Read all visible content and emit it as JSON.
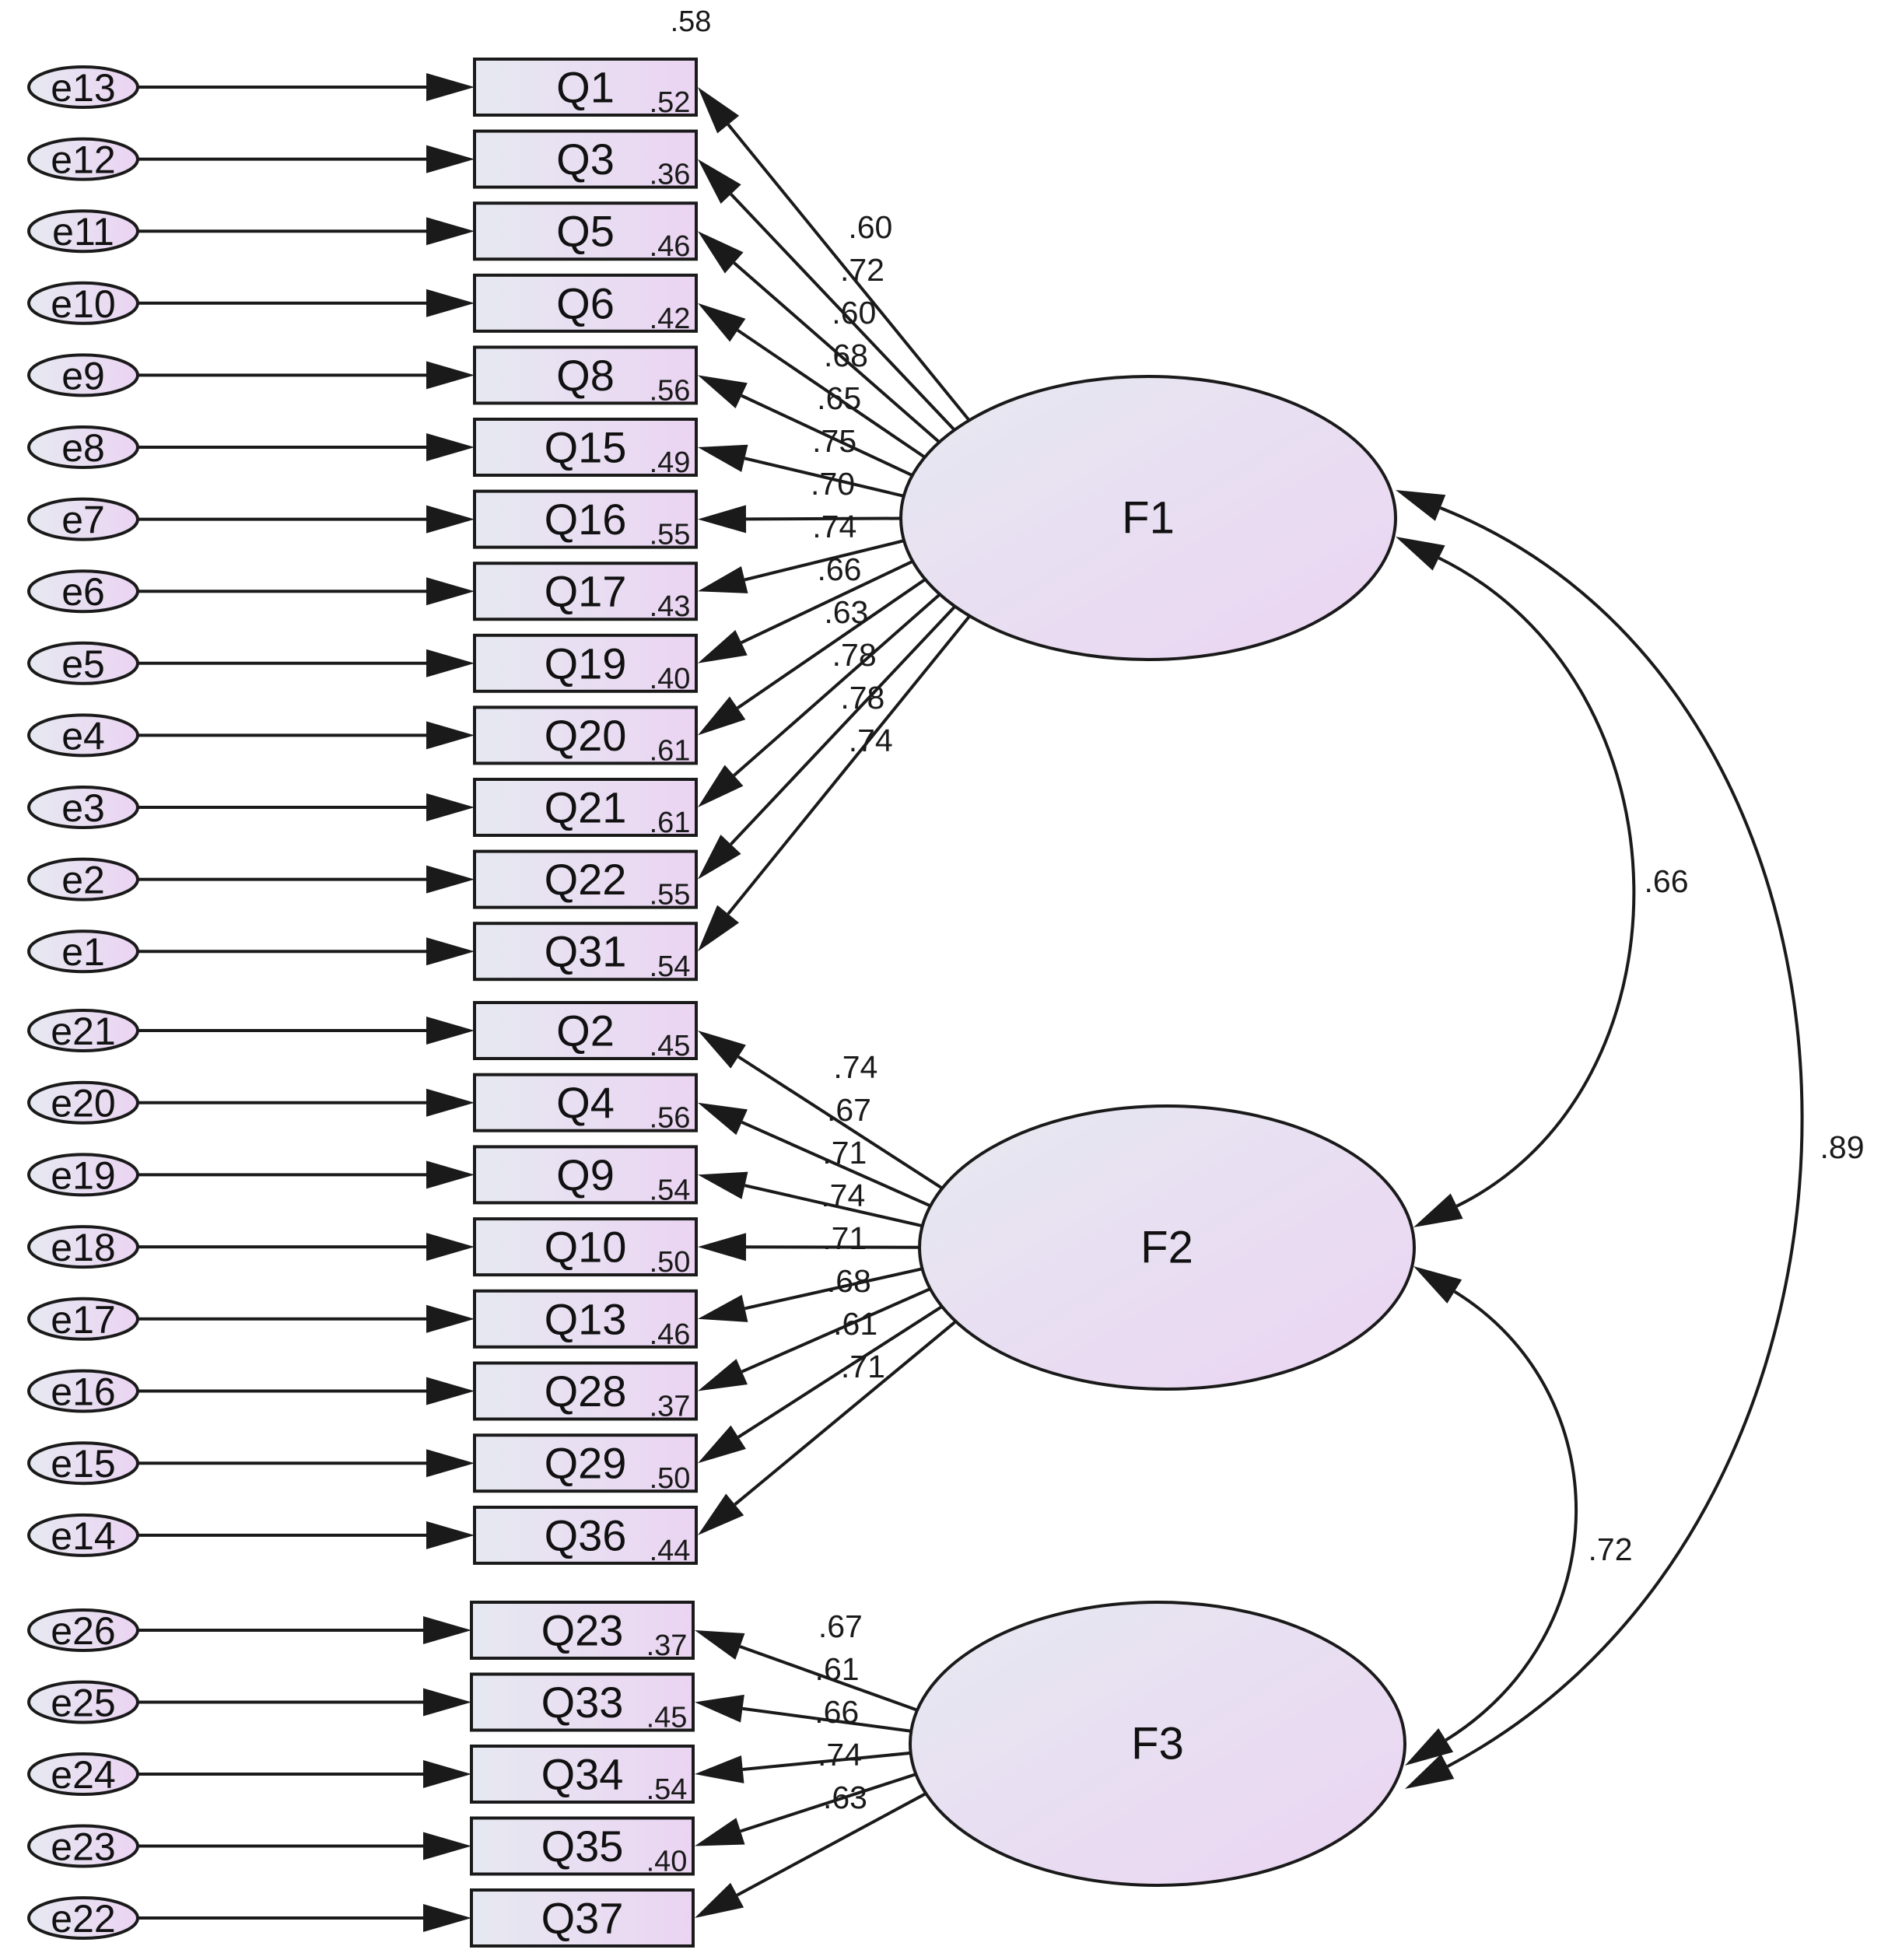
{
  "diagram": {
    "top_cut_label": ".58",
    "factors": [
      {
        "name": "F1",
        "items": [
          {
            "error": "e13",
            "item": "Q1",
            "r2": ".52",
            "loading": ".60"
          },
          {
            "error": "e12",
            "item": "Q3",
            "r2": ".36",
            "loading": ".72"
          },
          {
            "error": "e11",
            "item": "Q5",
            "r2": ".46",
            "loading": ".60"
          },
          {
            "error": "e10",
            "item": "Q6",
            "r2": ".42",
            "loading": ".68"
          },
          {
            "error": "e9",
            "item": "Q8",
            "r2": ".56",
            "loading": ".65"
          },
          {
            "error": "e8",
            "item": "Q15",
            "r2": ".49",
            "loading": ".75"
          },
          {
            "error": "e7",
            "item": "Q16",
            "r2": ".55",
            "loading": ".70"
          },
          {
            "error": "e6",
            "item": "Q17",
            "r2": ".43",
            "loading": ".74"
          },
          {
            "error": "e5",
            "item": "Q19",
            "r2": ".40",
            "loading": ".66"
          },
          {
            "error": "e4",
            "item": "Q20",
            "r2": ".61",
            "loading": ".63"
          },
          {
            "error": "e3",
            "item": "Q21",
            "r2": ".61",
            "loading": ".78"
          },
          {
            "error": "e2",
            "item": "Q22",
            "r2": ".55",
            "loading": ".78"
          },
          {
            "error": "e1",
            "item": "Q31",
            "r2": ".54",
            "loading": ".74"
          }
        ]
      },
      {
        "name": "F2",
        "items": [
          {
            "error": "e21",
            "item": "Q2",
            "r2": ".45",
            "loading": ".74"
          },
          {
            "error": "e20",
            "item": "Q4",
            "r2": ".56",
            "loading": ".67"
          },
          {
            "error": "e19",
            "item": "Q9",
            "r2": ".54",
            "loading": ".71"
          },
          {
            "error": "e18",
            "item": "Q10",
            "r2": ".50",
            "loading": ".74"
          },
          {
            "error": "e17",
            "item": "Q13",
            "r2": ".46",
            "loading": ".71"
          },
          {
            "error": "e16",
            "item": "Q28",
            "r2": ".37",
            "loading": ".68"
          },
          {
            "error": "e15",
            "item": "Q29",
            "r2": ".50",
            "loading": ".61"
          },
          {
            "error": "e14",
            "item": "Q36",
            "r2": ".44",
            "loading": ".71"
          }
        ]
      },
      {
        "name": "F3",
        "items": [
          {
            "error": "e26",
            "item": "Q23",
            "r2": ".37",
            "loading": ".67"
          },
          {
            "error": "e25",
            "item": "Q33",
            "r2": ".45",
            "loading": ".61"
          },
          {
            "error": "e24",
            "item": "Q34",
            "r2": ".54",
            "loading": ".66"
          },
          {
            "error": "e23",
            "item": "Q35",
            "r2": ".40",
            "loading": ".74"
          },
          {
            "error": "e22",
            "item": "Q37",
            "r2": "",
            "loading": ".63"
          }
        ]
      }
    ],
    "correlations": [
      {
        "from": "F1",
        "to": "F2",
        "value": ".66"
      },
      {
        "from": "F2",
        "to": "F3",
        "value": ".72"
      },
      {
        "from": "F1",
        "to": "F3",
        "value": ".89"
      }
    ]
  },
  "colors": {
    "fill_start": "#e6e9f1",
    "fill_end": "#ebd4f2",
    "stroke": "#1a1a1a"
  }
}
